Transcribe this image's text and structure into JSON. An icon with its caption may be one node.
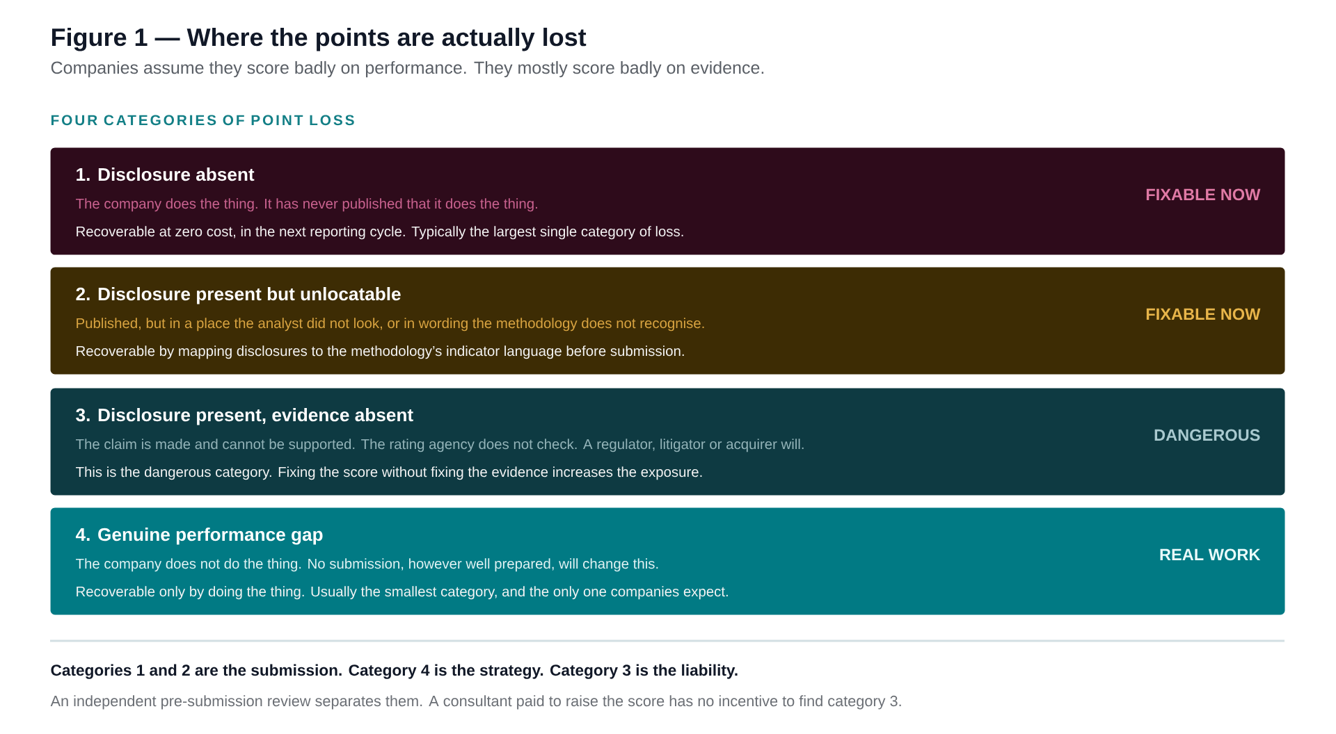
{
  "diagram": {
    "title": "Figure 1 — Where the points are actually lost",
    "nodes": [
      {
        "text": [
          "1. Disclosure absent",
          "The company does the thing. It has never published that it does the thing.",
          "Recoverable at zero cost, in the next reporting cycle. Typically the largest single category of loss.",
          "FIXABLE NOW"
        ]
      },
      {
        "text": [
          "2. Disclosure present but unlocatable",
          "Published, but in a place the analyst did not look, or in wording the methodology does not recognise.",
          "Recoverable by mapping disclosures to the methodology’s indicator language before submission.",
          "FIXABLE NOW"
        ]
      },
      {
        "text": [
          "3. Disclosure present, evidence absent",
          "The claim is made and cannot be supported. The rating agency does not check. A regulator, litigator or acquirer will.",
          "This is the dangerous category. Fixing the score without fixing the evidence increases the exposure.",
          "DANGEROUS"
        ]
      },
      {
        "text": [
          "4. Genuine performance gap",
          "The company does not do the thing. No submission, however well prepared, will change this.",
          "Recoverable only by doing the thing. Usually the smallest category, and the only one companies expect.",
          "REAL WORK"
        ]
      }
    ],
    "labels": [
      "Companies assume they score badly on performance. They mostly score badly on evidence.",
      "FOUR CATEGORIES OF POINT LOSS",
      "Categories 1 and 2 are the submission. Category 4 is the strategy. Category 3 is the liability.",
      "An independent pre-submission review separates them. A consultant paid to raise the score has no incentive to find category 3."
    ]
  }
}
